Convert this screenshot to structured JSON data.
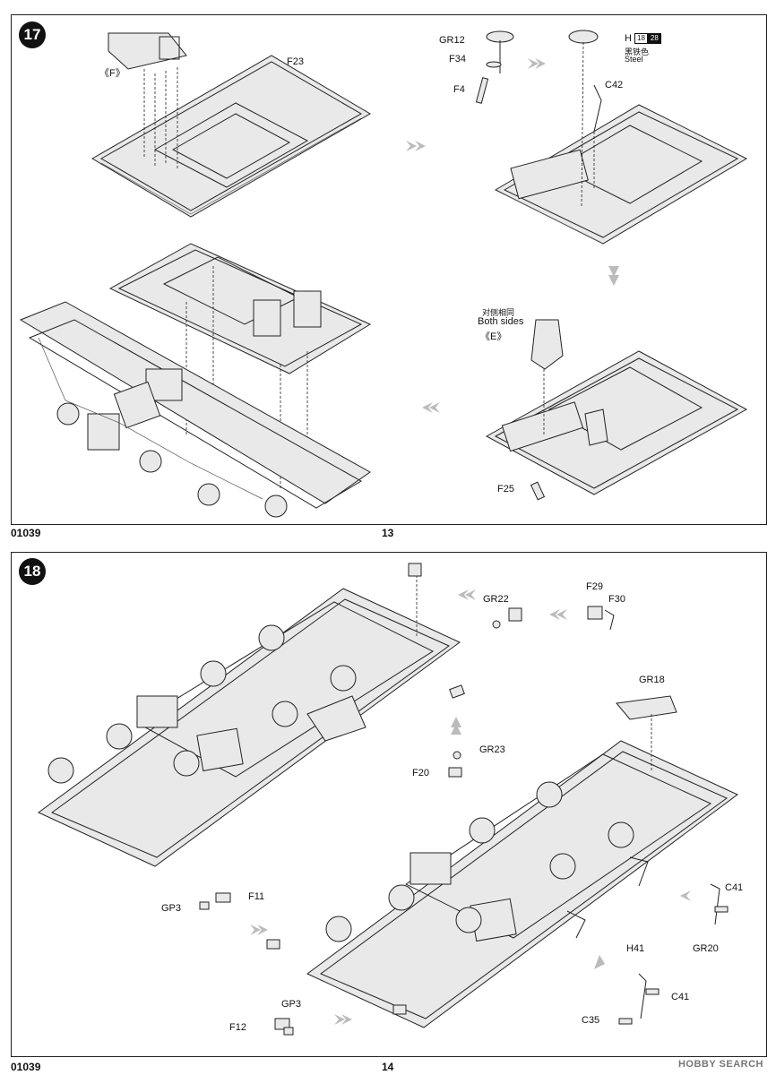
{
  "steps": [
    {
      "number": "17",
      "labels": {
        "f_bracket": "《F》",
        "f23": "F23",
        "gr12": "GR12",
        "f34": "F34",
        "f4": "F4",
        "h": "H",
        "h_num": "18",
        "h_code": "28",
        "steel_cn": "黑铁色",
        "steel_en": "Steel",
        "c42": "C42",
        "both_cn": "对侧相同",
        "both_en": "Both sides",
        "e_bracket": "《E》",
        "f25": "F25"
      },
      "page_number": "13",
      "kit_code": "01039"
    },
    {
      "number": "18",
      "labels": {
        "gr22": "GR22",
        "f29": "F29",
        "f30": "F30",
        "gr18": "GR18",
        "gr23": "GR23",
        "f20": "F20",
        "gp3_a": "GP3",
        "f11": "F11",
        "c41_a": "C41",
        "gr20": "GR20",
        "h41": "H41",
        "c41_b": "C41",
        "c35": "C35",
        "gp3_b": "GP3",
        "f12": "F12"
      },
      "page_number": "14",
      "kit_code": "01039"
    }
  ],
  "watermark": "HOBBY SEARCH"
}
